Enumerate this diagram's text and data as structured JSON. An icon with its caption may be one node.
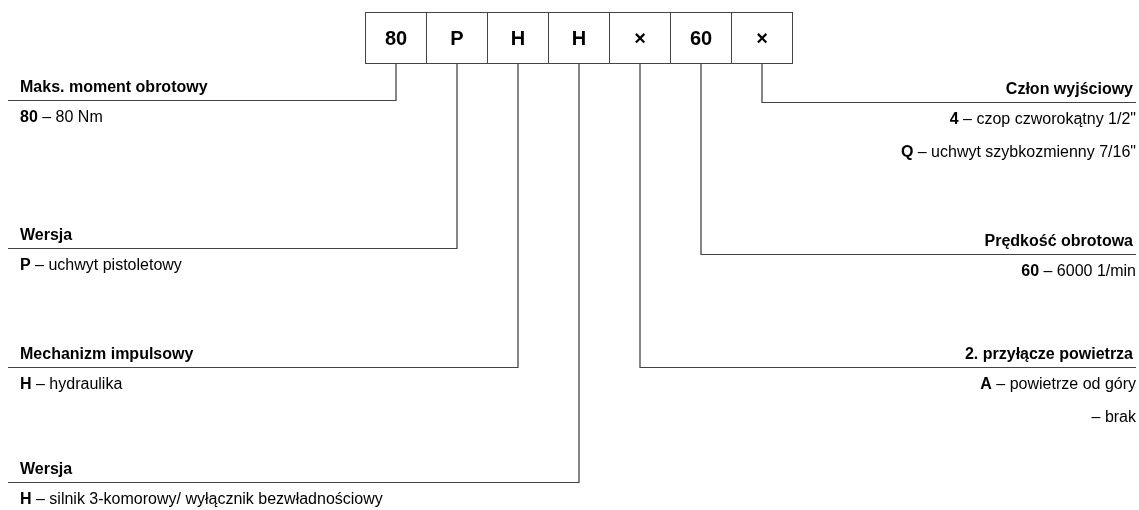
{
  "diagram": {
    "nodes": [
      {
        "text": [
          "80"
        ]
      },
      {
        "text": [
          "P"
        ]
      },
      {
        "text": [
          "H"
        ]
      },
      {
        "text": [
          "H"
        ]
      },
      {
        "text": [
          "×"
        ]
      },
      {
        "text": [
          "60"
        ]
      },
      {
        "text": [
          "×"
        ]
      },
      {
        "text": [
          "Maks. moment obrotowy"
        ],
        "beside": [
          "**80** – 80 Nm"
        ]
      },
      {
        "text": [
          "Wersja"
        ],
        "beside": [
          "**P** – uchwyt pistoletowy"
        ]
      },
      {
        "text": [
          "Mechanizm impulsowy"
        ],
        "beside": [
          "**H** – hydraulika"
        ]
      },
      {
        "text": [
          "Wersja"
        ],
        "beside": [
          "**H** – silnik 3-komorowy/ wyłącznik bezwładnościowy"
        ]
      },
      {
        "text": [
          "Człon wyjściowy"
        ],
        "beside": [
          "**4** – czop czworokątny 1/2\"",
          "**Q** – uchwyt szybkozmienny 7/16\""
        ]
      },
      {
        "text": [
          "Prędkość obrotowa"
        ],
        "beside": [
          "**60** – 6000 1/min"
        ]
      },
      {
        "text": [
          "2. przyłącze powietrza"
        ],
        "beside": [
          "**A** – powietrze od góry",
          "– brak"
        ]
      }
    ],
    "edges": [
      {
        "from": 7,
        "to": 0,
        "arrow": "none"
      },
      {
        "from": 8,
        "to": 1,
        "arrow": "none"
      },
      {
        "from": 9,
        "to": 2,
        "arrow": "none"
      },
      {
        "from": 10,
        "to": 3,
        "arrow": "none"
      },
      {
        "from": 11,
        "to": 6,
        "arrow": "none"
      },
      {
        "from": 12,
        "to": 5,
        "arrow": "none"
      },
      {
        "from": 13,
        "to": 4,
        "arrow": "none"
      }
    ]
  }
}
